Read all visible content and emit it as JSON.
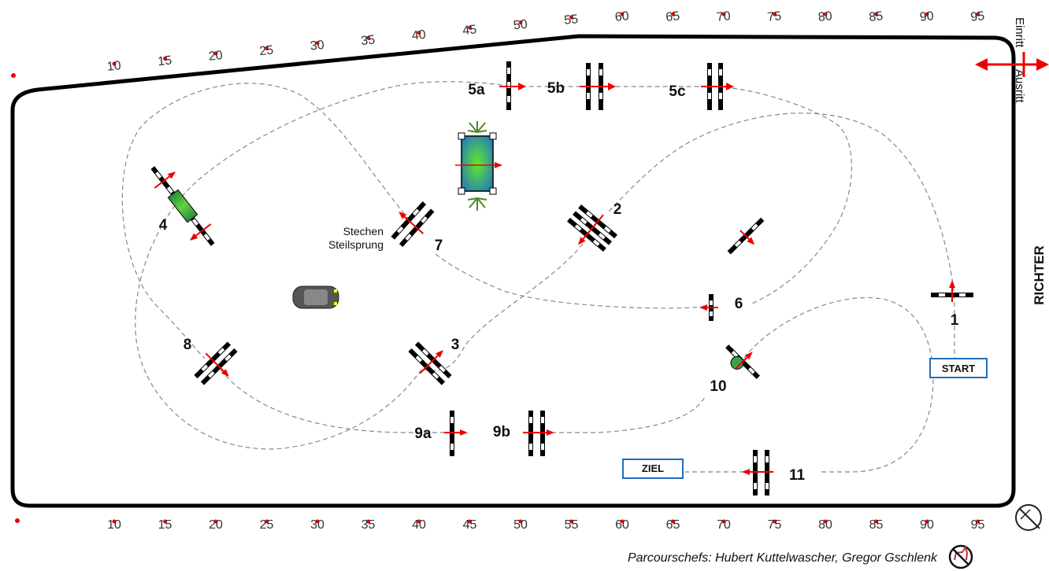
{
  "ruler": {
    "top": [
      "10",
      "15",
      "20",
      "25",
      "30",
      "35",
      "40",
      "45",
      "50",
      "55",
      "60",
      "65",
      "70",
      "75",
      "80",
      "85",
      "90",
      "95"
    ],
    "bottom": [
      "10",
      "15",
      "20",
      "25",
      "30",
      "35",
      "40",
      "45",
      "50",
      "55",
      "60",
      "65",
      "70",
      "75",
      "80",
      "85",
      "90",
      "95"
    ]
  },
  "obstacles": [
    "1",
    "2",
    "3",
    "4",
    "5a",
    "5b",
    "5c",
    "6",
    "7",
    "8",
    "9a",
    "9b",
    "10",
    "11"
  ],
  "stechen": {
    "line1": "Stechen",
    "line2": "Steilsprung"
  },
  "start_label": "START",
  "ziel_label": "ZIEL",
  "einritt": "Einritt",
  "ausritt": "Ausritt",
  "richter": "RICHTER",
  "credits": "Parcourschefs: Hubert Kuttelwascher, Gregor Gschlenk",
  "colors": {
    "arrow": "#e00000",
    "border": "#000000",
    "path": "#888888",
    "box_border": "#1f6fbf"
  }
}
